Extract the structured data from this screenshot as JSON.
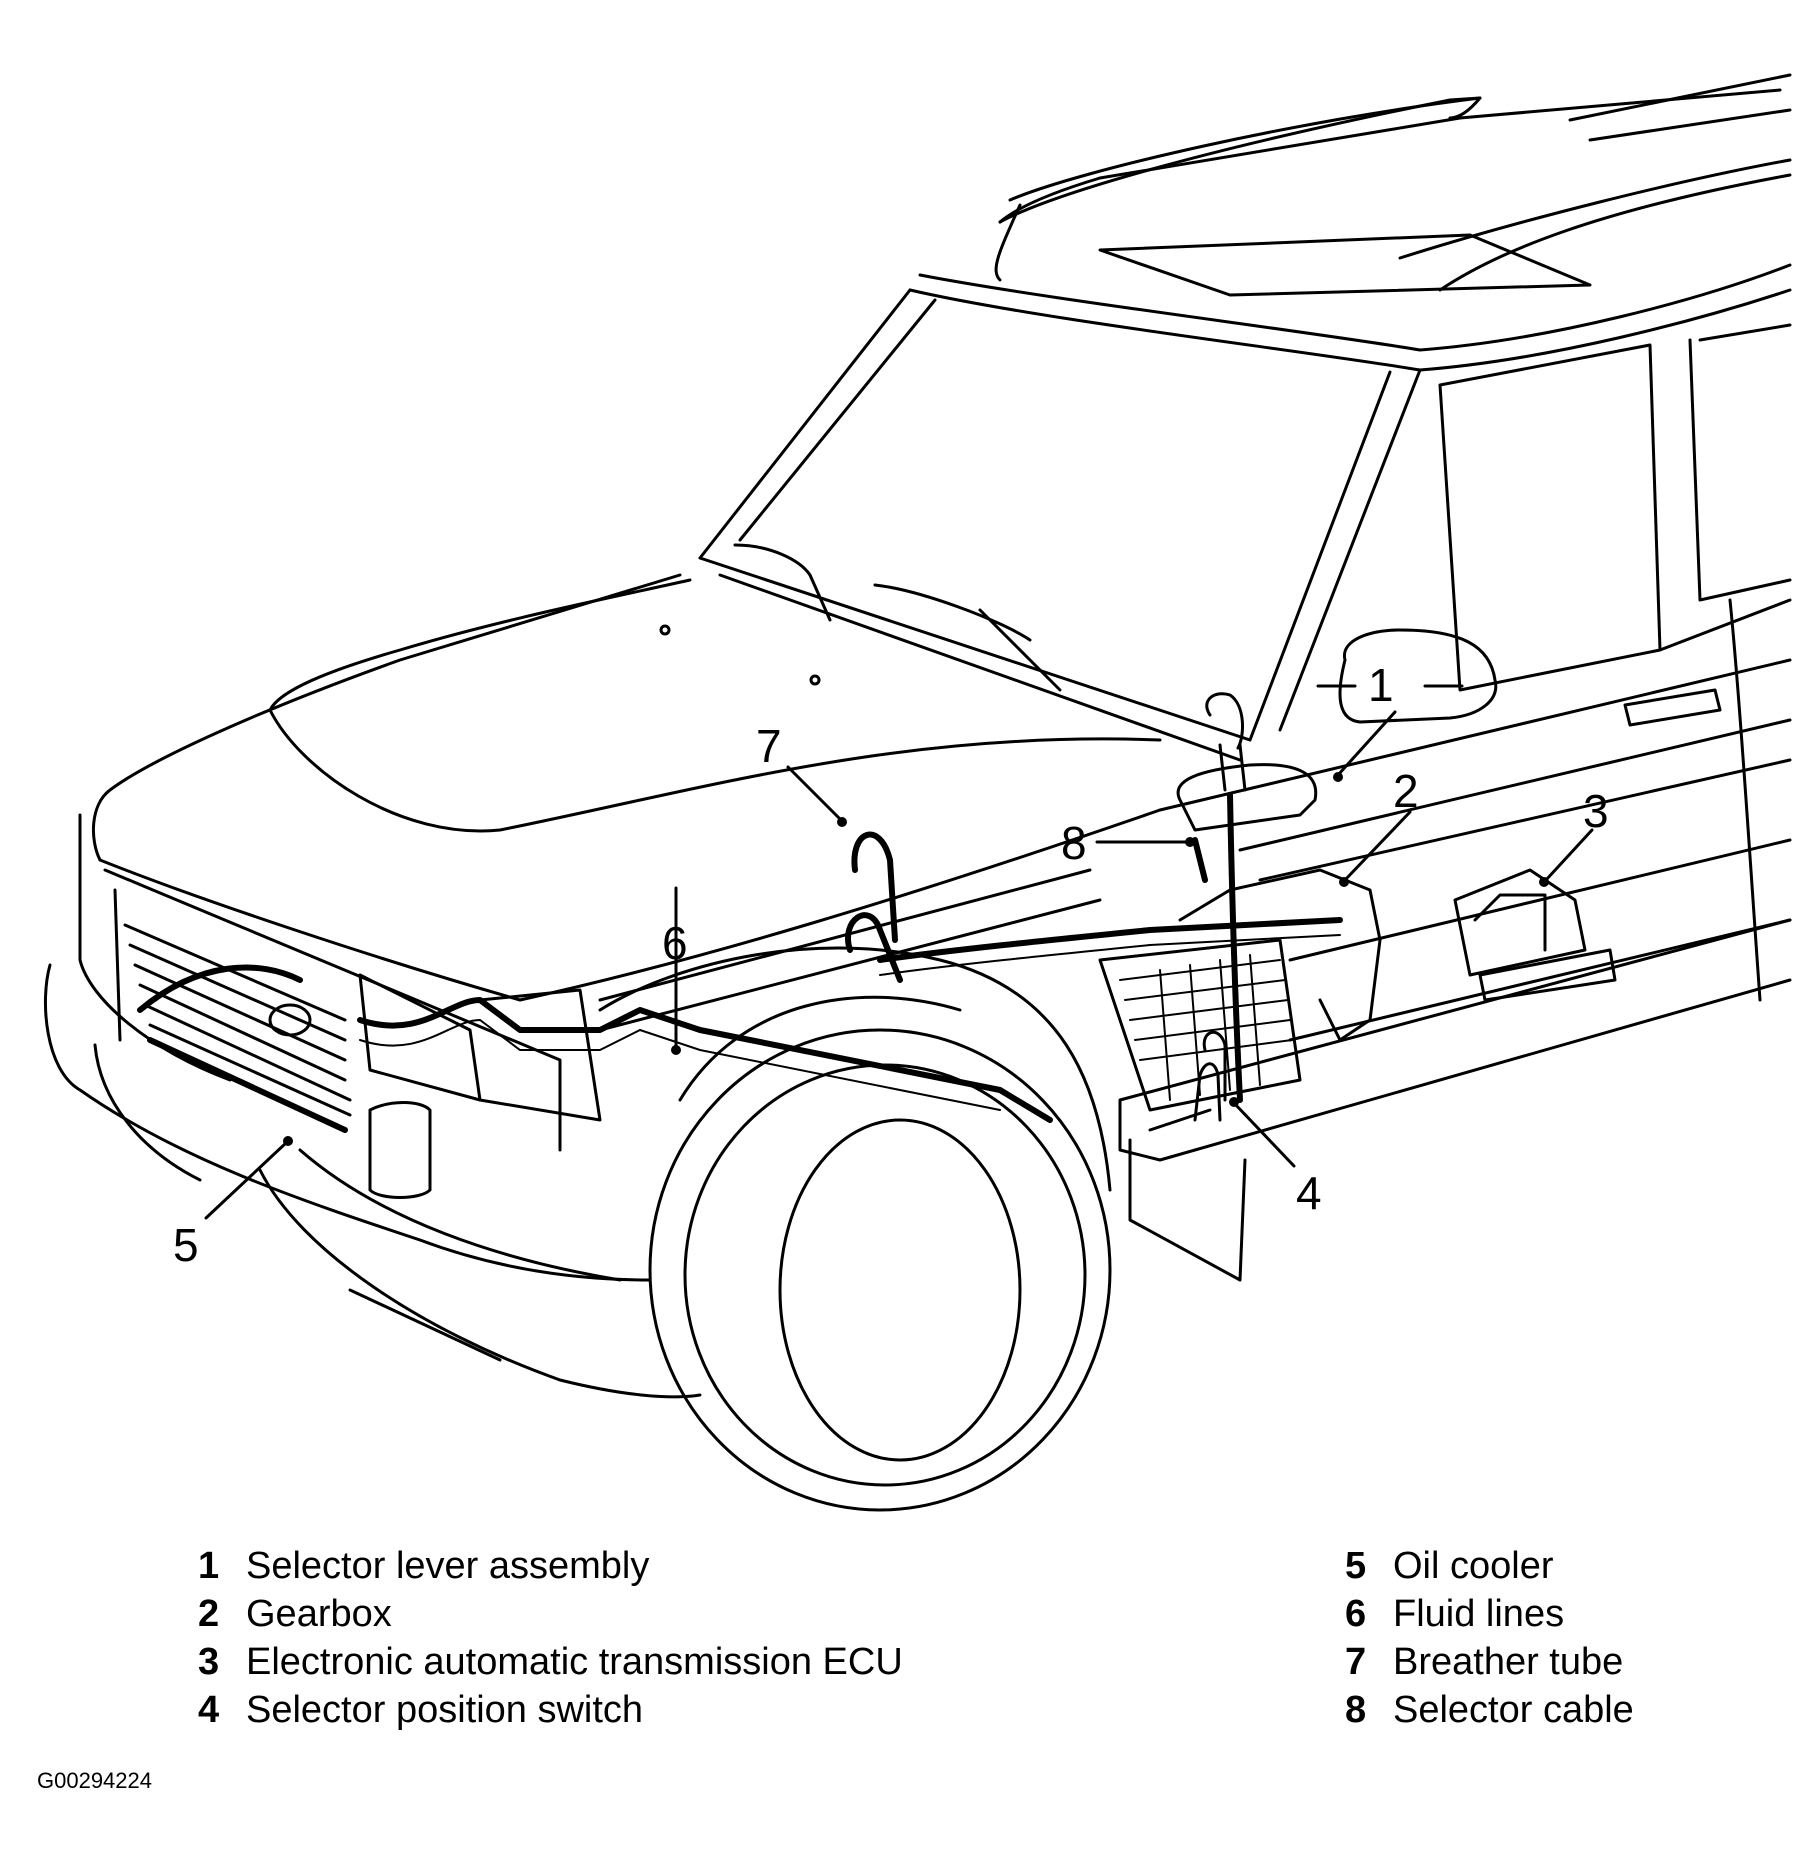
{
  "figure": {
    "subject": "Vehicle automatic transmission component locations",
    "figure_id": "G00294224"
  },
  "callouts": [
    {
      "number": "1",
      "target": "Selector lever assembly"
    },
    {
      "number": "2",
      "target": "Gearbox"
    },
    {
      "number": "3",
      "target": "Electronic automatic transmission ECU"
    },
    {
      "number": "4",
      "target": "Selector position switch"
    },
    {
      "number": "5",
      "target": "Oil cooler"
    },
    {
      "number": "6",
      "target": "Fluid lines"
    },
    {
      "number": "7",
      "target": "Breather tube"
    },
    {
      "number": "8",
      "target": "Selector cable"
    }
  ],
  "legend": {
    "left_column": [
      {
        "number": "1",
        "label": "Selector lever assembly"
      },
      {
        "number": "2",
        "label": "Gearbox"
      },
      {
        "number": "3",
        "label": "Electronic automatic transmission ECU"
      },
      {
        "number": "4",
        "label": "Selector position switch"
      }
    ],
    "right_column": [
      {
        "number": "5",
        "label": "Oil cooler"
      },
      {
        "number": "6",
        "label": "Fluid lines"
      },
      {
        "number": "7",
        "label": "Breather tube"
      },
      {
        "number": "8",
        "label": "Selector cable"
      }
    ]
  }
}
